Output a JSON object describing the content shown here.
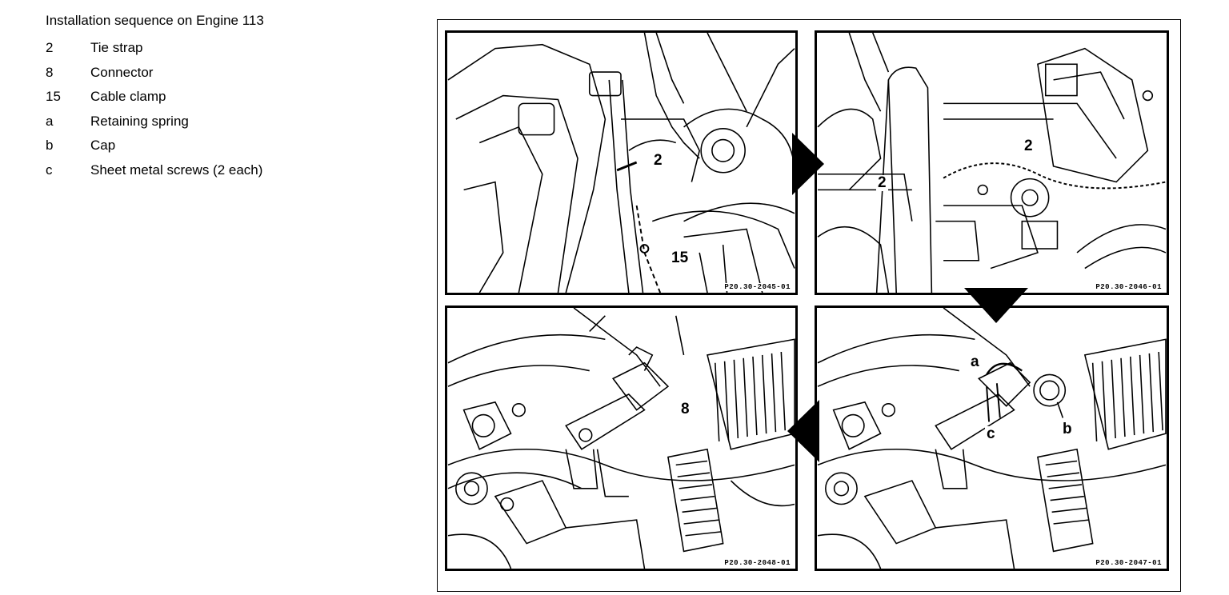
{
  "legend": {
    "title": "Installation sequence on Engine 113",
    "items": [
      {
        "key": "2",
        "label": "Tie strap"
      },
      {
        "key": "8",
        "label": "Connector"
      },
      {
        "key": "15",
        "label": "Cable clamp"
      },
      {
        "key": "a",
        "label": "Retaining spring"
      },
      {
        "key": "b",
        "label": "Cap"
      },
      {
        "key": "c",
        "label": "Sheet metal screws (2 each)"
      }
    ]
  },
  "panels": [
    {
      "code": "P20.30-2045-01",
      "callouts": [
        "2",
        "15"
      ]
    },
    {
      "code": "P20.30-2046-01",
      "callouts": [
        "2",
        "2"
      ]
    },
    {
      "code": "P20.30-2048-01",
      "callouts": [
        "8"
      ]
    },
    {
      "code": "P20.30-2047-01",
      "callouts": [
        "a",
        "b",
        "c"
      ]
    }
  ],
  "sequence_arrows": [
    "right",
    "down",
    "left"
  ]
}
